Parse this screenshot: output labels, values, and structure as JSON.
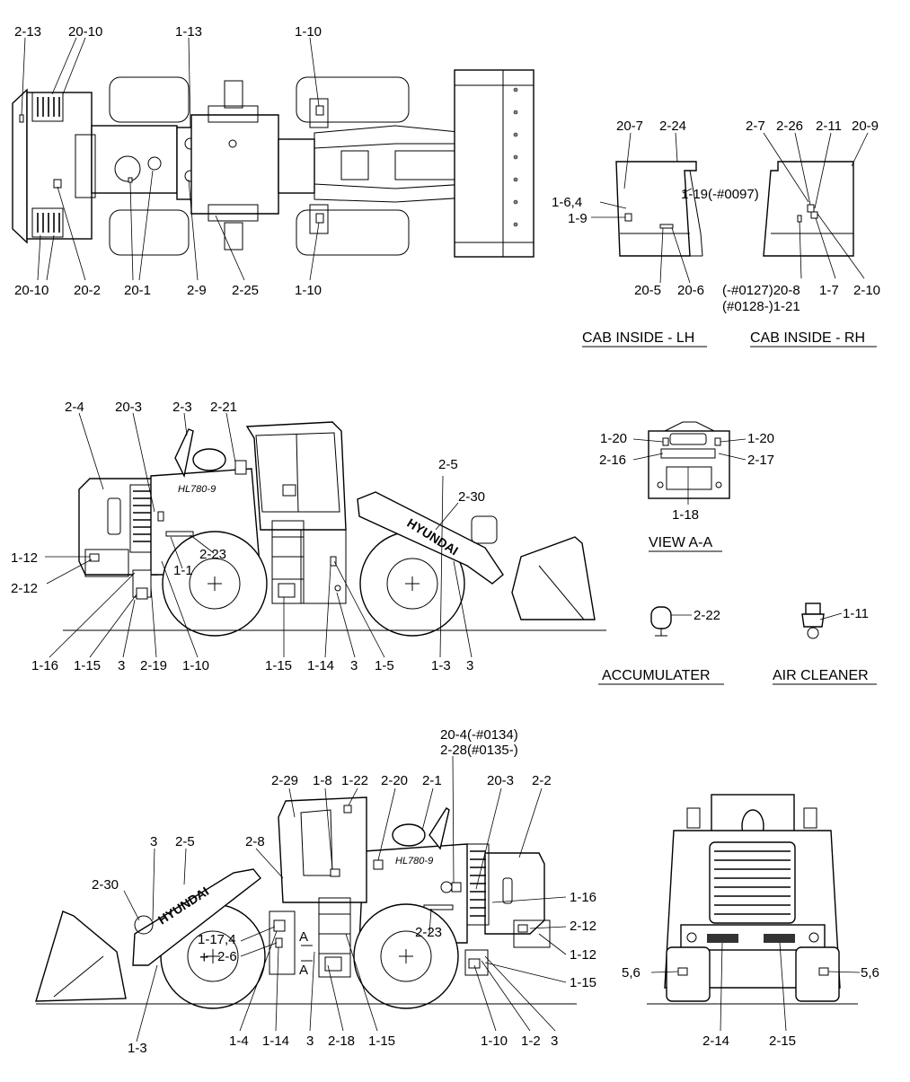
{
  "captions": {
    "cab_lh": "CAB INSIDE - LH",
    "cab_rh": "CAB INSIDE - RH",
    "view_aa": "VIEW A-A",
    "accumulator": "ACCUMULATER",
    "air_cleaner": "AIR CLEANER"
  },
  "machine": {
    "model": "HL780-9",
    "brand": "HYUNDAI"
  },
  "markers": {
    "section": "A"
  },
  "callouts": {
    "top_view": [
      "2-13",
      "20-10",
      "1-13",
      "1-10",
      "20-10",
      "20-2",
      "20-1",
      "2-9",
      "2-25",
      "1-10"
    ],
    "cab_lh": [
      "20-7",
      "2-24",
      "1-6,4",
      "1-9",
      "20-5",
      "20-6",
      "1-19(-#0097)"
    ],
    "cab_rh": [
      "2-7",
      "2-26",
      "2-11",
      "20-9",
      "(-#0127)20-8",
      "(#0128-)1-21",
      "1-7",
      "2-10"
    ],
    "side_left": [
      "2-4",
      "20-3",
      "2-3",
      "2-21",
      "2-5",
      "2-30",
      "1-12",
      "2-12",
      "2-23",
      "1-1",
      "1-16",
      "1-15",
      "3",
      "2-19",
      "1-10",
      "1-15",
      "1-14",
      "3",
      "1-5",
      "1-3",
      "3"
    ],
    "view_aa": [
      "1-20",
      "1-20",
      "2-16",
      "2-17",
      "1-18"
    ],
    "accumulator": [
      "2-22"
    ],
    "air_cleaner": [
      "1-11"
    ],
    "side_right": [
      "20-4(-#0134)",
      "2-28(#0135-)",
      "2-29",
      "1-8",
      "1-22",
      "2-20",
      "2-1",
      "20-3",
      "2-2",
      "3",
      "2-5",
      "2-8",
      "2-30",
      "1-16",
      "2-23",
      "2-12",
      "1-17,4",
      "2-6",
      "1-12",
      "1-15",
      "1-3",
      "1-4",
      "1-14",
      "3",
      "2-18",
      "1-15",
      "1-10",
      "1-2",
      "3"
    ],
    "rear_view": [
      "5,6",
      "5,6",
      "2-14",
      "2-15"
    ]
  }
}
